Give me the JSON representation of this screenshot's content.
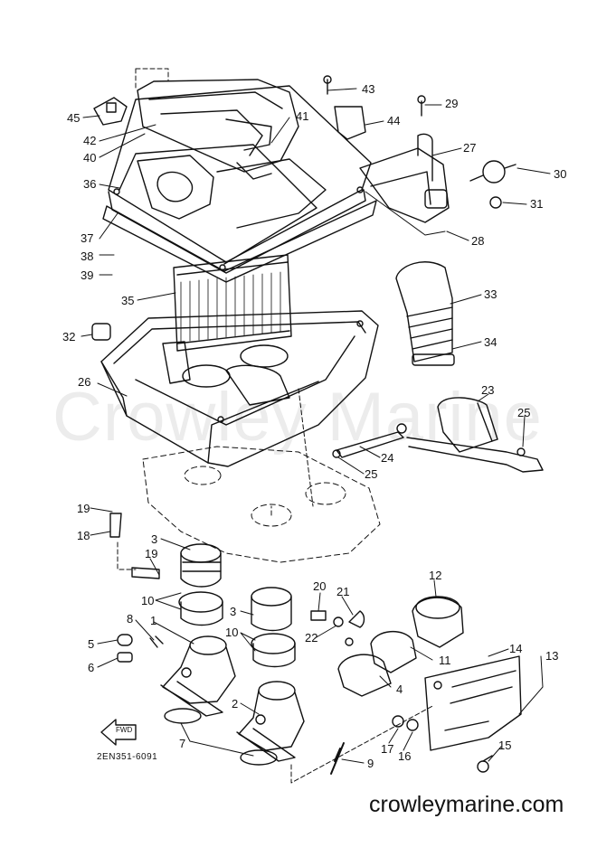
{
  "watermark": "Crowley Marine",
  "site_url": "crowleymarine.com",
  "drawing_code": "2EN351-6091",
  "fwd_label": "FWD",
  "callouts": [
    {
      "id": "45",
      "label": "45"
    },
    {
      "id": "42",
      "label": "42"
    },
    {
      "id": "40",
      "label": "40"
    },
    {
      "id": "36",
      "label": "36"
    },
    {
      "id": "37",
      "label": "37"
    },
    {
      "id": "38",
      "label": "38"
    },
    {
      "id": "39",
      "label": "39"
    },
    {
      "id": "35",
      "label": "35"
    },
    {
      "id": "32",
      "label": "32"
    },
    {
      "id": "26",
      "label": "26"
    },
    {
      "id": "43",
      "label": "43"
    },
    {
      "id": "41",
      "label": "41"
    },
    {
      "id": "44",
      "label": "44"
    },
    {
      "id": "29",
      "label": "29"
    },
    {
      "id": "27",
      "label": "27"
    },
    {
      "id": "30",
      "label": "30"
    },
    {
      "id": "31",
      "label": "31"
    },
    {
      "id": "28",
      "label": "28"
    },
    {
      "id": "33",
      "label": "33"
    },
    {
      "id": "34",
      "label": "34"
    },
    {
      "id": "23",
      "label": "23"
    },
    {
      "id": "25a",
      "label": "25"
    },
    {
      "id": "24",
      "label": "24"
    },
    {
      "id": "25b",
      "label": "25"
    },
    {
      "id": "19a",
      "label": "19"
    },
    {
      "id": "18",
      "label": "18"
    },
    {
      "id": "3a",
      "label": "3"
    },
    {
      "id": "19b",
      "label": "19"
    },
    {
      "id": "10a",
      "label": "10"
    },
    {
      "id": "8",
      "label": "8"
    },
    {
      "id": "1",
      "label": "1"
    },
    {
      "id": "5",
      "label": "5"
    },
    {
      "id": "6",
      "label": "6"
    },
    {
      "id": "20",
      "label": "20"
    },
    {
      "id": "21",
      "label": "21"
    },
    {
      "id": "3b",
      "label": "3"
    },
    {
      "id": "10b",
      "label": "10"
    },
    {
      "id": "22",
      "label": "22"
    },
    {
      "id": "12",
      "label": "12"
    },
    {
      "id": "14",
      "label": "14"
    },
    {
      "id": "13",
      "label": "13"
    },
    {
      "id": "11",
      "label": "11"
    },
    {
      "id": "4",
      "label": "4"
    },
    {
      "id": "2",
      "label": "2"
    },
    {
      "id": "7",
      "label": "7"
    },
    {
      "id": "17",
      "label": "17"
    },
    {
      "id": "16",
      "label": "16"
    },
    {
      "id": "15",
      "label": "15"
    },
    {
      "id": "9",
      "label": "9"
    }
  ]
}
